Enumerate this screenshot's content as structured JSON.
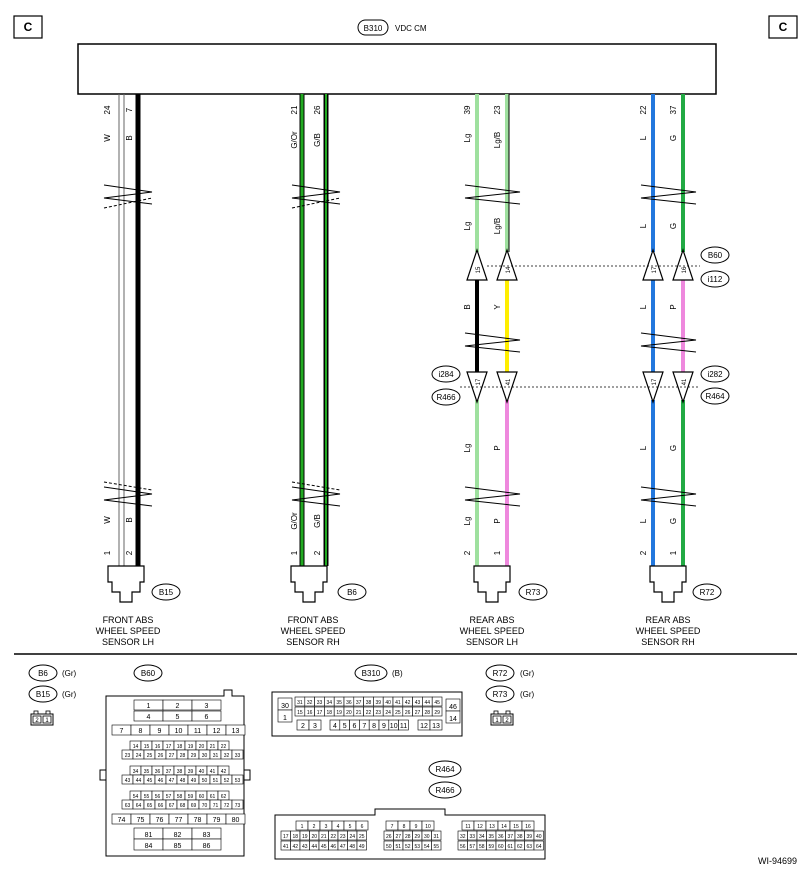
{
  "header": {
    "corner_left": "C",
    "corner_right": "C",
    "module_connector": "B310",
    "module_name": "VDC CM"
  },
  "columns": [
    {
      "id": "front-lh",
      "top_pins": [
        "24",
        "7"
      ],
      "top_colors": [
        "W",
        "B"
      ],
      "bottom_colors": [
        "W",
        "B"
      ],
      "bottom_pins": [
        "1",
        "2"
      ],
      "sensor_connector": "B15",
      "sensor_label_lines": [
        "FRONT ABS",
        "WHEEL SPEED",
        "SENSOR LH"
      ]
    },
    {
      "id": "front-rh",
      "top_pins": [
        "21",
        "26"
      ],
      "top_colors": [
        "G/Or",
        "G/B"
      ],
      "bottom_colors": [
        "G/Or",
        "G/B"
      ],
      "bottom_pins": [
        "1",
        "2"
      ],
      "sensor_connector": "B6",
      "sensor_label_lines": [
        "FRONT ABS",
        "WHEEL SPEED",
        "SENSOR RH"
      ]
    },
    {
      "id": "rear-lh",
      "top_pins": [
        "39",
        "23"
      ],
      "top_colors": [
        "Lg",
        "Lg/B"
      ],
      "mid1_upper_colors": [
        "Lg",
        "Lg/B"
      ],
      "mid1_pins": [
        "15",
        "14"
      ],
      "mid1_lower_colors": [
        "B",
        "Y"
      ],
      "mid2_pins": [
        "17",
        "41"
      ],
      "bottom_colors_upper": [
        "Lg",
        "P"
      ],
      "bottom_colors": [
        "Lg",
        "P"
      ],
      "bottom_pins": [
        "2",
        "1"
      ],
      "sensor_connector": "R73",
      "sensor_label_lines": [
        "REAR ABS",
        "WHEEL SPEED",
        "SENSOR LH"
      ]
    },
    {
      "id": "rear-rh",
      "top_pins": [
        "22",
        "37"
      ],
      "top_colors": [
        "L",
        "G"
      ],
      "mid1_upper_colors": [
        "L",
        "G"
      ],
      "mid1_pins": [
        "17",
        "16"
      ],
      "mid1_lower_colors": [
        "L",
        "P"
      ],
      "mid2_pins": [
        "17",
        "41"
      ],
      "bottom_colors_upper": [
        "L",
        "G"
      ],
      "bottom_colors": [
        "L",
        "G"
      ],
      "bottom_pins": [
        "2",
        "1"
      ],
      "sensor_connector": "R72",
      "sensor_label_lines": [
        "REAR ABS",
        "WHEEL SPEED",
        "SENSOR RH"
      ]
    }
  ],
  "junctions": {
    "upper_a": "B60",
    "upper_b": "i112",
    "lower_left_a": "i284",
    "lower_left_b": "R466",
    "lower_right_a": "i282",
    "lower_right_b": "R464"
  },
  "legend": {
    "b6": "B6",
    "b6_color": "(Gr)",
    "b15": "B15",
    "b15_color": "(Gr)",
    "small_pins_left": [
      "2",
      "1"
    ],
    "b60": "B60",
    "b60_rows": [
      [
        "1",
        "2",
        "3"
      ],
      [
        "4",
        "5",
        "6"
      ],
      [
        "7",
        "8",
        "9",
        "10",
        "11",
        "12",
        "13"
      ],
      [
        "14",
        "15",
        "16",
        "17",
        "18",
        "19",
        "20",
        "21",
        "22"
      ],
      [
        "23",
        "24",
        "25",
        "26",
        "27",
        "28",
        "29",
        "30",
        "31",
        "32",
        "33"
      ],
      [
        "34",
        "35",
        "36",
        "37",
        "38",
        "39",
        "40",
        "41",
        "42"
      ],
      [
        "43",
        "44",
        "45",
        "46",
        "47",
        "48",
        "49",
        "50",
        "51",
        "52",
        "53"
      ],
      [
        "54",
        "55",
        "56",
        "57",
        "58",
        "59",
        "60",
        "61",
        "62"
      ],
      [
        "63",
        "64",
        "65",
        "66",
        "67",
        "68",
        "69",
        "70",
        "71",
        "72",
        "73"
      ],
      [
        "74",
        "75",
        "76",
        "77",
        "78",
        "79",
        "80"
      ],
      [
        "81",
        "82",
        "83"
      ],
      [
        "84",
        "85",
        "86"
      ]
    ],
    "b310": "B310",
    "b310_color": "(B)",
    "b310_left": [
      "30",
      "1"
    ],
    "b310_row1": [
      "31",
      "32",
      "33",
      "34",
      "35",
      "36",
      "37",
      "38",
      "39",
      "40",
      "41",
      "42",
      "43",
      "44",
      "45"
    ],
    "b310_row2": [
      "15",
      "16",
      "17",
      "18",
      "19",
      "20",
      "21",
      "22",
      "23",
      "24",
      "25",
      "26",
      "27",
      "28",
      "29"
    ],
    "b310_row3a": [
      "2",
      "3"
    ],
    "b310_row3b": [
      "4",
      "5",
      "6",
      "7",
      "8",
      "9",
      "10",
      "11"
    ],
    "b310_row3c": [
      "12",
      "13"
    ],
    "b310_right": [
      "46",
      "14"
    ],
    "r72": "R72",
    "r72_color": "(Gr)",
    "r73": "R73",
    "r73_color": "(Gr)",
    "small_pins_right": [
      "1",
      "2"
    ],
    "r464": "R464",
    "r466": "R466",
    "r_top_a": [
      "1",
      "2",
      "3",
      "4",
      "5",
      "6"
    ],
    "r_top_b": [
      "7",
      "8",
      "9",
      "10"
    ],
    "r_top_c": [
      "11",
      "12",
      "13",
      "14",
      "15",
      "16"
    ],
    "r_row2a": [
      "17",
      "18",
      "19",
      "20",
      "21",
      "22",
      "23",
      "24",
      "25"
    ],
    "r_row2b": [
      "26",
      "27",
      "28",
      "29",
      "30",
      "31"
    ],
    "r_row2c": [
      "32",
      "33",
      "34",
      "35",
      "36",
      "37",
      "38",
      "39",
      "40"
    ],
    "r_row3a": [
      "41",
      "42",
      "43",
      "44",
      "45",
      "46",
      "47",
      "48",
      "49"
    ],
    "r_row3b": [
      "50",
      "51",
      "52",
      "53",
      "54",
      "55"
    ],
    "r_row3c": [
      "56",
      "57",
      "58",
      "59",
      "60",
      "61",
      "62",
      "63",
      "64"
    ]
  },
  "figure_id": "WI-94699"
}
